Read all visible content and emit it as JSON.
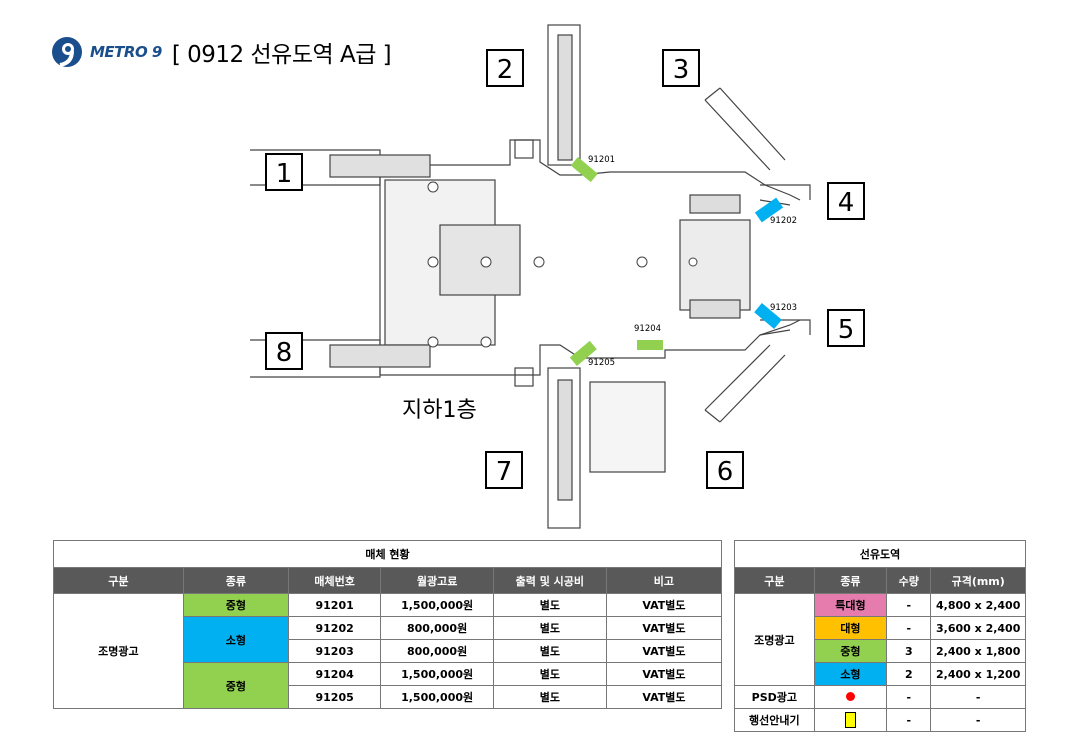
{
  "header": {
    "brand": "METRO 9",
    "title": "[ 0912  선유도역 A급 ]"
  },
  "map": {
    "floor_label": "지하1층",
    "exits": [
      "1",
      "2",
      "3",
      "4",
      "5",
      "6",
      "7",
      "8"
    ],
    "ad_spots": [
      {
        "code": "91201",
        "type": "중형"
      },
      {
        "code": "91202",
        "type": "소형"
      },
      {
        "code": "91203",
        "type": "소형"
      },
      {
        "code": "91204",
        "type": "중형"
      },
      {
        "code": "91205",
        "type": "중형"
      }
    ],
    "colors": {
      "medium": "#92d050",
      "small": "#00b0f0"
    }
  },
  "media_table": {
    "caption": "매체 현황",
    "headers": [
      "구분",
      "종류",
      "매체번호",
      "월광고료",
      "출력 및 시공비",
      "비고"
    ],
    "category": "조명광고",
    "groups": [
      {
        "type": "중형",
        "color": "#92d050"
      },
      {
        "type": "소형",
        "color": "#00b0f0"
      },
      {
        "type": "중형",
        "color": "#92d050"
      }
    ],
    "rows": [
      {
        "code": "91201",
        "fee": "1,500,000원",
        "install": "별도",
        "note": "VAT별도"
      },
      {
        "code": "91202",
        "fee": "800,000원",
        "install": "별도",
        "note": "VAT별도"
      },
      {
        "code": "91203",
        "fee": "800,000원",
        "install": "별도",
        "note": "VAT별도"
      },
      {
        "code": "91204",
        "fee": "1,500,000원",
        "install": "별도",
        "note": "VAT별도"
      },
      {
        "code": "91205",
        "fee": "1,500,000원",
        "install": "별도",
        "note": "VAT별도"
      }
    ]
  },
  "station_table": {
    "caption": "선유도역",
    "headers": [
      "구분",
      "종류",
      "수량",
      "규격(mm)"
    ],
    "category_light": "조명광고",
    "rows": [
      {
        "type": "특대형",
        "qty": "-",
        "size": "4,800 x 2,400",
        "color": "#e67cad"
      },
      {
        "type": "대형",
        "qty": "-",
        "size": "3,600 x 2,400",
        "color": "#ffc000"
      },
      {
        "type": "중형",
        "qty": "3",
        "size": "2,400 x 1,800",
        "color": "#92d050"
      },
      {
        "type": "소형",
        "qty": "2",
        "size": "2,400 x 1,200",
        "color": "#00b0f0"
      }
    ],
    "psd": {
      "label": "PSD광고",
      "qty": "-",
      "size": "-"
    },
    "guide": {
      "label": "행선안내기",
      "qty": "-",
      "size": "-"
    }
  }
}
